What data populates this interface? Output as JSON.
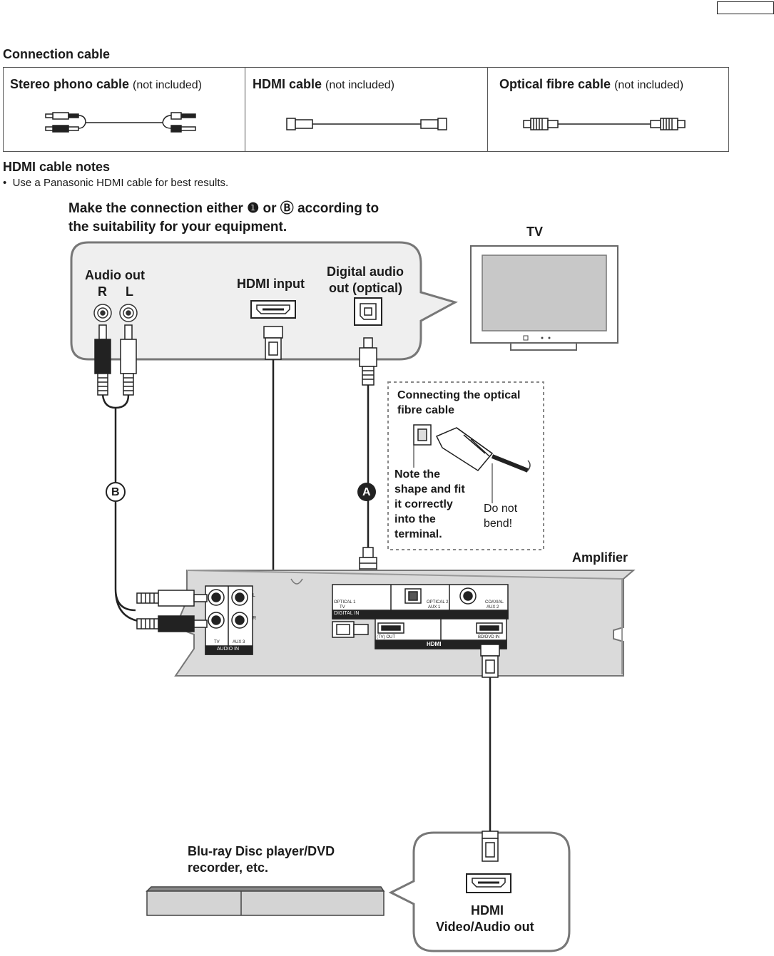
{
  "connection_cable": {
    "heading": "Connection cable",
    "cables": [
      {
        "name": "Stereo phono cable",
        "note": "(not included)"
      },
      {
        "name": "HDMI cable",
        "note": "(not included)"
      },
      {
        "name": "Optical fibre cable",
        "note": "(not included)"
      }
    ]
  },
  "hdmi_notes": {
    "heading": "HDMI cable notes",
    "bullet": "Use a Panasonic HDMI cable for best results."
  },
  "diagram": {
    "instruction_line1": "Make the connection either ❶ or Ⓑ according to",
    "instruction_line2": "the suitability for your equipment.",
    "tv_label": "TV",
    "audio_out": "Audio out",
    "r": "R",
    "l": "L",
    "hdmi_input": "HDMI input",
    "digital_audio_line1": "Digital audio",
    "digital_audio_line2": "out (optical)",
    "marker_a": "A",
    "marker_b": "B",
    "inset_title_line1": "Connecting the optical",
    "inset_title_line2": "fibre cable",
    "note_line1": "Note the",
    "note_line2": "shape and fit",
    "note_line3": "it correctly",
    "note_line4": "into the",
    "note_line5": "terminal.",
    "do_not_line1": "Do not",
    "do_not_line2": "bend!",
    "amplifier": "Amplifier",
    "panel": {
      "optical1": "OPTICAL 1",
      "tv": "TV",
      "digital_in": "DIGITAL IN",
      "optical2": "OPTICAL 2",
      "aux1": "AUX 1",
      "coaxial": "COAXIAL",
      "aux2": "AUX 2",
      "tv_out": "(TV) OUT",
      "hdmi": "HDMI",
      "bd_dvd_in": "BD/DVD IN",
      "tv_small": "TV",
      "aux3": "AUX 3",
      "audio_in": "AUDIO IN",
      "l": "L",
      "r": "R"
    },
    "player_line1": "Blu-ray Disc player/DVD",
    "player_line2": "recorder, etc.",
    "hdmi_out_line1": "HDMI",
    "hdmi_out_line2": "Video/Audio out"
  }
}
